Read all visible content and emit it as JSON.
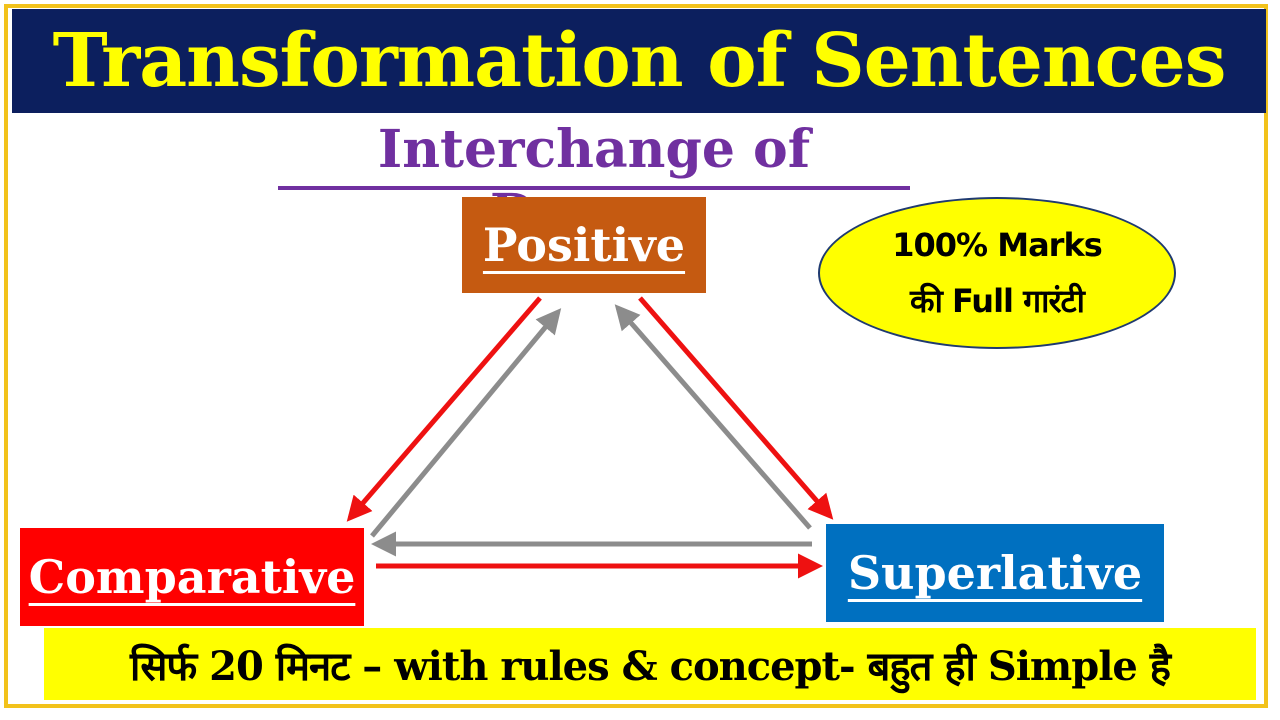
{
  "title": "Transformation of Sentences",
  "subtitle": "Interchange of Degree",
  "nodes": {
    "positive": "Positive",
    "comparative": "Comparative",
    "superlative": "Superlative"
  },
  "badge": {
    "line1": "100% Marks",
    "line2": "की Full गारंटी"
  },
  "footer": "सिर्फ 20 मिनट – with rules & concept- बहुत ही Simple है",
  "colors": {
    "title_bg": "#0c1f5e",
    "title_text": "#ffff00",
    "subtitle": "#7030a0",
    "positive": "#c55a11",
    "comparative": "#ff0000",
    "superlative": "#0070c0",
    "badge_bg": "#ffff00",
    "footer_bg": "#ffff00",
    "border": "#f2c21b",
    "arrow_red": "#ee1111",
    "arrow_gray": "#8c8c8c"
  }
}
